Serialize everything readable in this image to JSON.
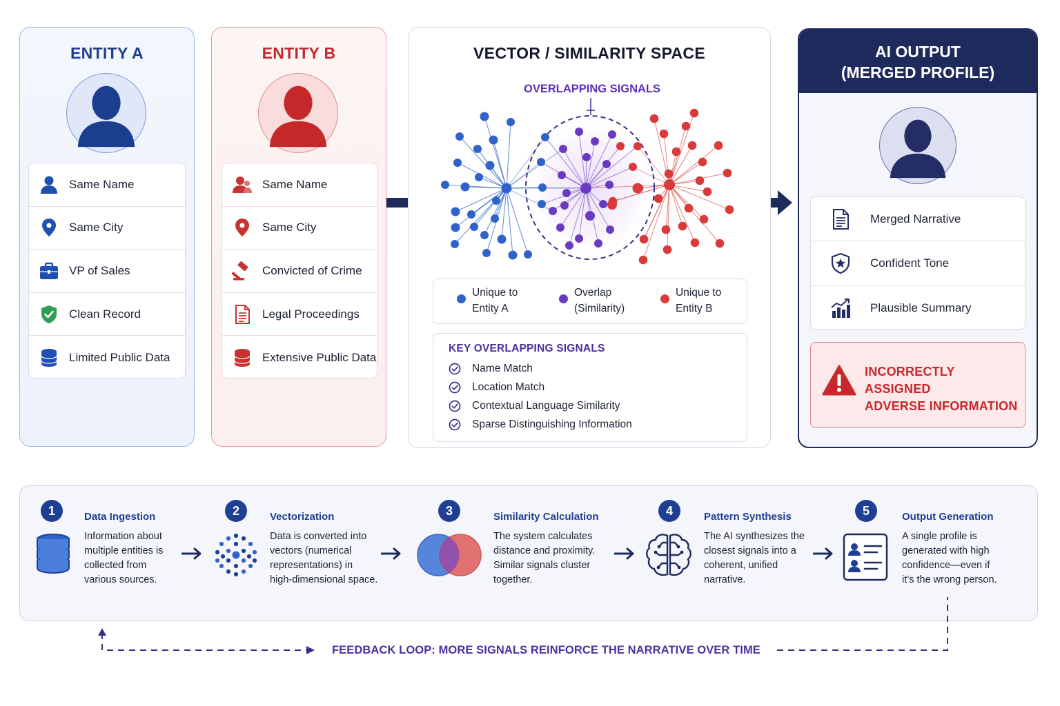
{
  "entity_a": {
    "title": "ENTITY A",
    "items": [
      {
        "icon": "person-icon",
        "label": "Same Name"
      },
      {
        "icon": "location-pin-icon",
        "label": "Same City"
      },
      {
        "icon": "briefcase-icon",
        "label": "VP of Sales"
      },
      {
        "icon": "shield-check-icon",
        "label": "Clean Record"
      },
      {
        "icon": "database-icon",
        "label": "Limited Public Data"
      }
    ],
    "color": "#1c3e8f"
  },
  "entity_b": {
    "title": "ENTITY B",
    "items": [
      {
        "icon": "people-icon",
        "label": "Same Name"
      },
      {
        "icon": "location-pin-icon",
        "label": "Same City"
      },
      {
        "icon": "gavel-icon",
        "label": "Convicted of Crime"
      },
      {
        "icon": "document-icon",
        "label": "Legal Proceedings"
      },
      {
        "icon": "database-icon",
        "label": "Extensive Public Data"
      }
    ],
    "color": "#c5282b"
  },
  "vector_space": {
    "title": "VECTOR / SIMILARITY SPACE",
    "overlap_label": "OVERLAPPING SIGNALS",
    "legend": [
      {
        "label_line1": "Unique to",
        "label_line2": "Entity A",
        "color": "#2f63c9"
      },
      {
        "label_line1": "Overlap",
        "label_line2": "(Similarity)",
        "color": "#6a3bc2"
      },
      {
        "label_line1": "Unique to",
        "label_line2": "Entity B",
        "color": "#d93a3a"
      }
    ],
    "key_signals_title": "KEY OVERLAPPING SIGNALS",
    "key_signals": [
      "Name Match",
      "Location Match",
      "Contextual Language Similarity",
      "Sparse Distinguishing Information"
    ]
  },
  "ai_output": {
    "title_line1": "AI OUTPUT",
    "title_line2": "(MERGED PROFILE)",
    "items": [
      {
        "icon": "document-icon",
        "label": "Merged Narrative"
      },
      {
        "icon": "shield-star-icon",
        "label": "Confident Tone"
      },
      {
        "icon": "chart-icon",
        "label": "Plausible Summary"
      }
    ],
    "warning_line1": "INCORRECTLY ASSIGNED",
    "warning_line2": "ADVERSE INFORMATION",
    "color": "#1f2a5c"
  },
  "process": {
    "steps": [
      {
        "num": "1",
        "title": "Data Ingestion",
        "icon": "database-icon",
        "desc": [
          "Information about",
          "multiple entities is",
          "collected from",
          "various sources."
        ]
      },
      {
        "num": "2",
        "title": "Vectorization",
        "icon": "dot-grid-icon",
        "desc": [
          "Data is converted into",
          "vectors (numerical",
          "representations) in",
          "high-dimensional space."
        ]
      },
      {
        "num": "3",
        "title": "Similarity Calculation",
        "icon": "venn-icon",
        "desc": [
          "The system calculates",
          "distance and proximity.",
          "Similar signals cluster",
          "together."
        ]
      },
      {
        "num": "4",
        "title": "Pattern Synthesis",
        "icon": "brain-icon",
        "desc": [
          "The AI synthesizes the",
          "closest signals into a",
          "coherent, unified",
          "narrative."
        ]
      },
      {
        "num": "5",
        "title": "Output Generation",
        "icon": "profile-card-icon",
        "desc": [
          "A single profile is",
          "generated with high",
          "confidence—even if",
          "it’s the wrong person."
        ]
      }
    ],
    "feedback": "FEEDBACK LOOP: MORE SIGNALS REINFORCE THE NARRATIVE OVER TIME"
  }
}
